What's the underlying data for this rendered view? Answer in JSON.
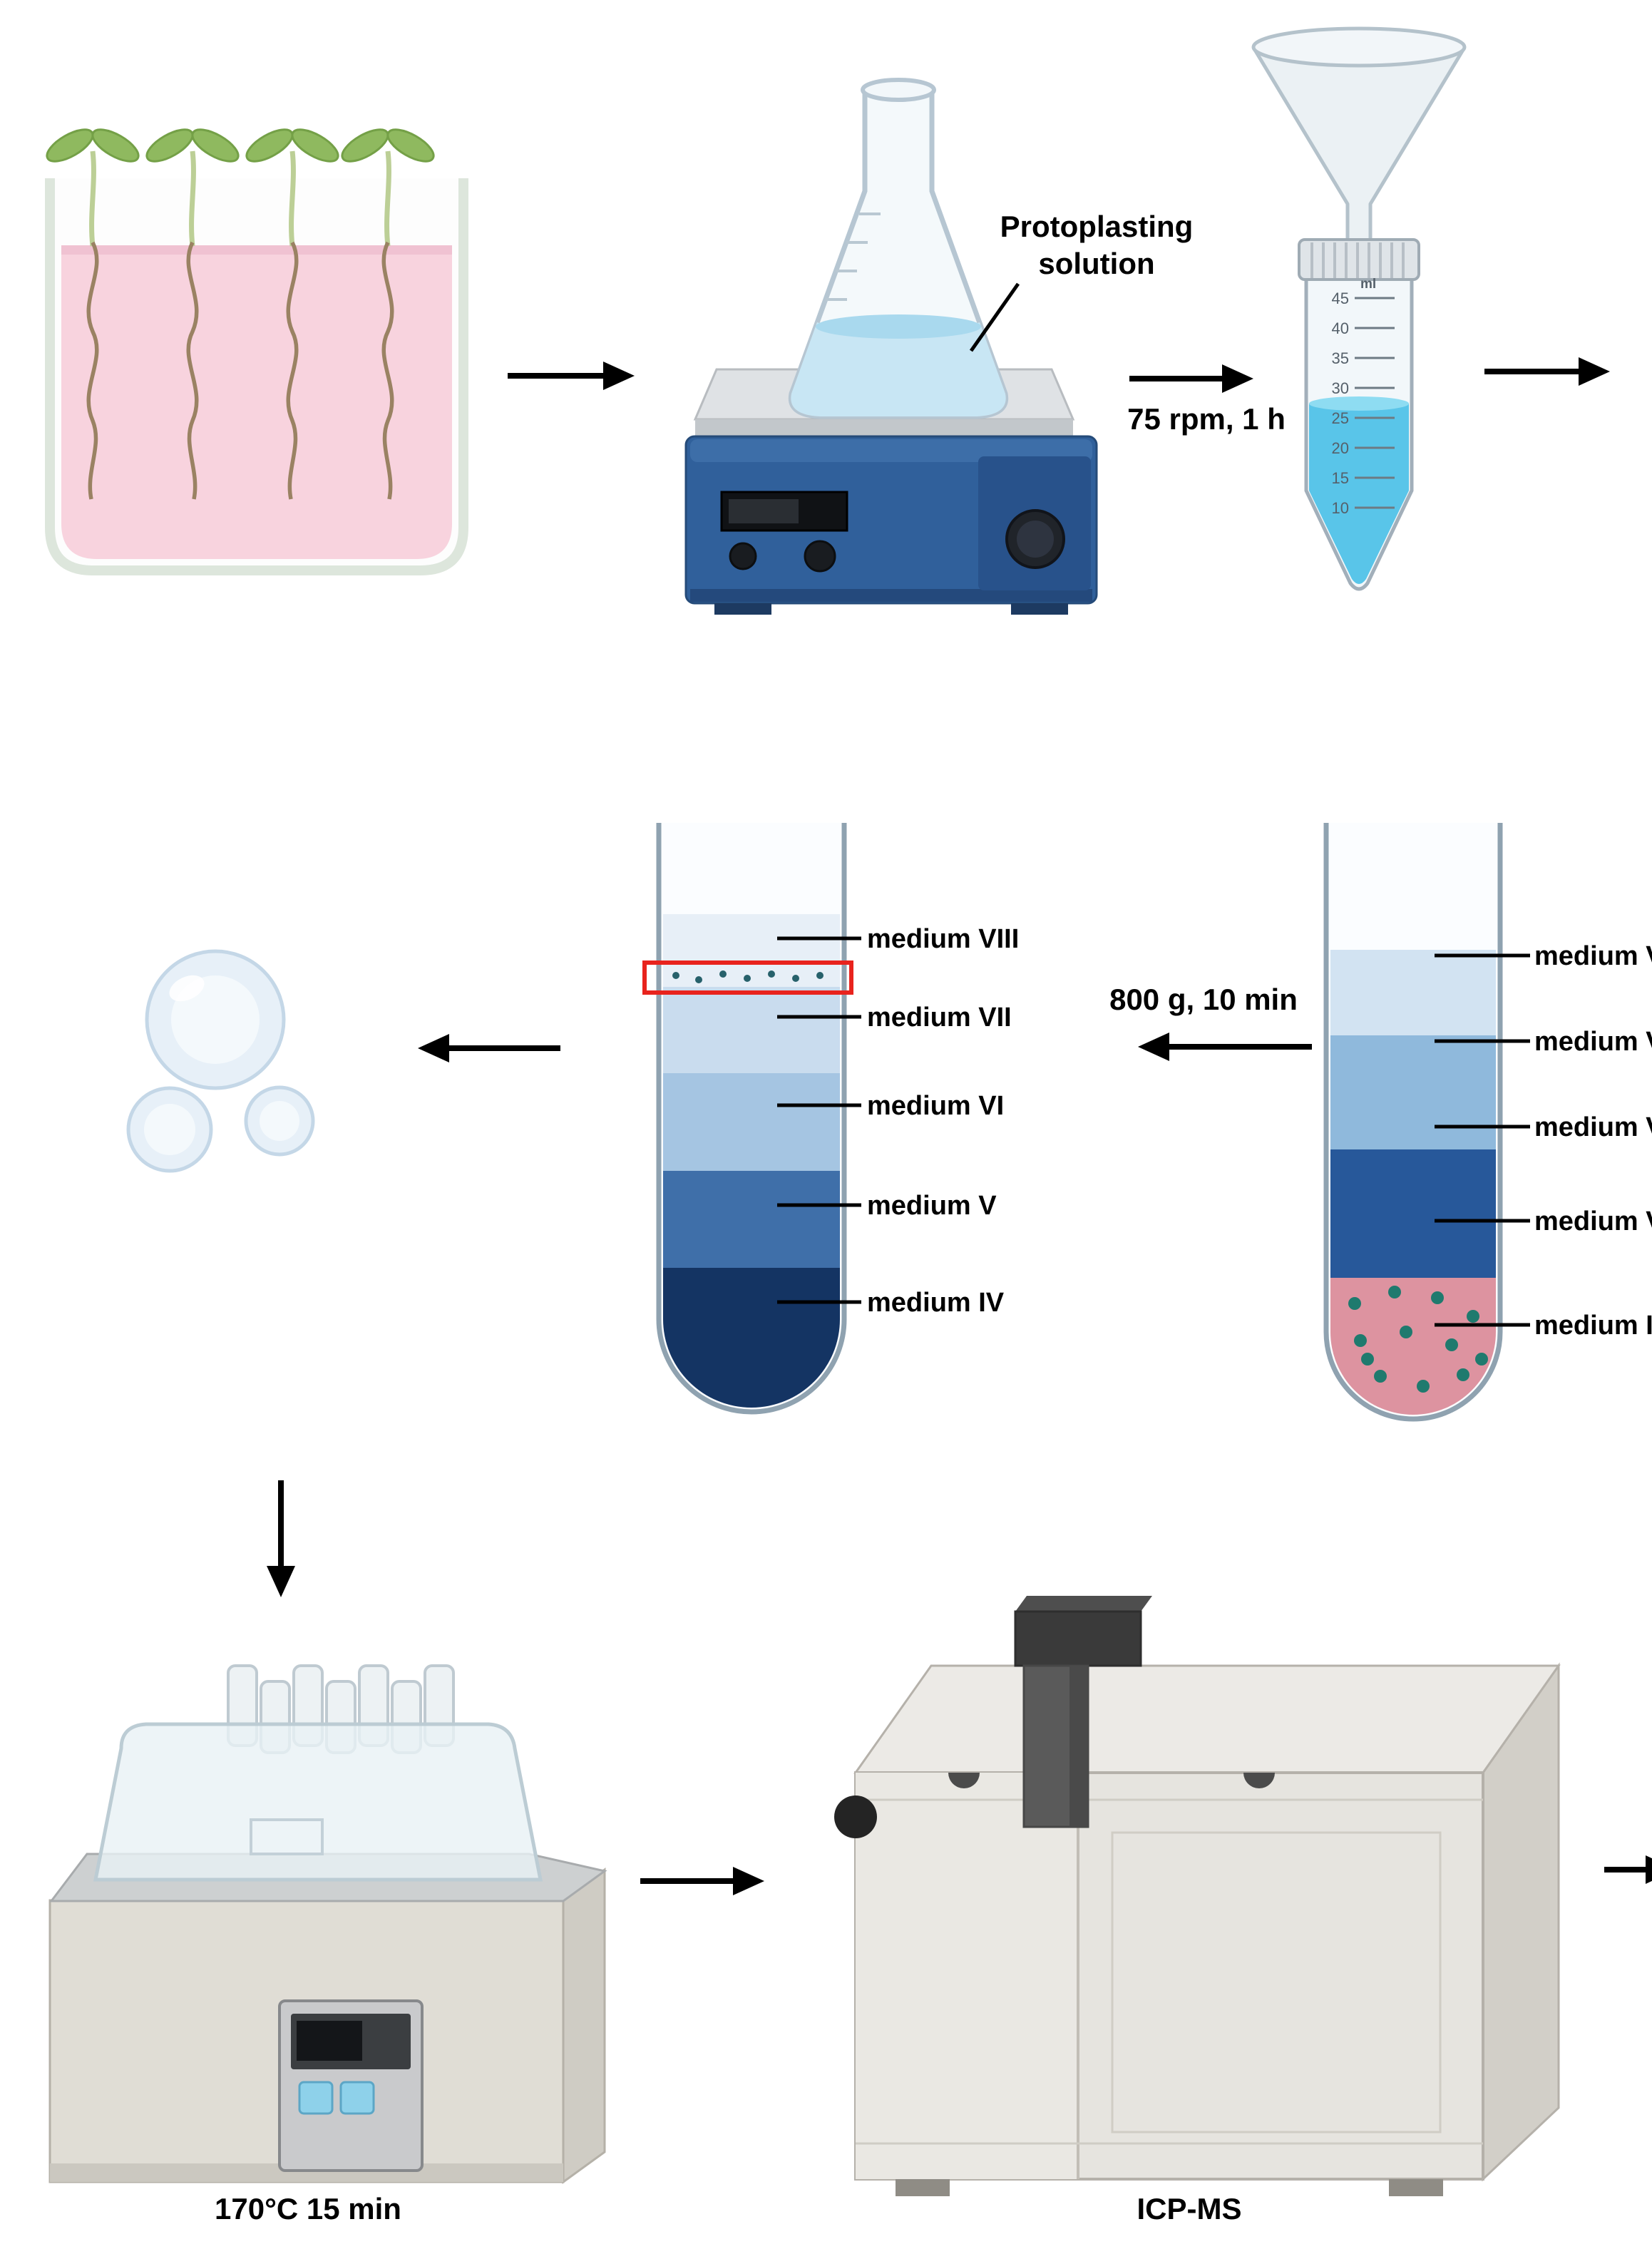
{
  "colors": {
    "medium_pink": "#f8d3de",
    "leaf_green": "#8fb95f",
    "root_brown": "#9a8263",
    "flask_liquid": "#c8e6f4",
    "stirrer_blue": "#30609b",
    "tube_liquid_blue": "#59c5e9",
    "gradient_navy": "#143463",
    "pellet_pink": "#dd93a0",
    "protoplast_dot_teal": "#1f7a6e",
    "highlight_red": "#e8231d"
  },
  "labels": {
    "protoplasting_line1": "Protoplasting",
    "protoplasting_line2": "solution",
    "shaking": "75 rpm, 1 h",
    "centrifugation": "800 g, 10 min",
    "water_bath": "170°C 15 min",
    "icpms": "ICP-MS"
  },
  "collection_tube": {
    "unit": "ml",
    "scale": [
      "45",
      "40",
      "35",
      "30",
      "25",
      "20",
      "15",
      "10"
    ]
  },
  "tube_after_centrifugation": {
    "labels": [
      "medium VIII",
      "medium VII",
      "medium VI",
      "medium V",
      "medium IV"
    ]
  },
  "tube_before_centrifugation": {
    "labels": [
      "medium VIII",
      "medium VII",
      "medium VI",
      "medium V",
      "medium IV"
    ]
  }
}
